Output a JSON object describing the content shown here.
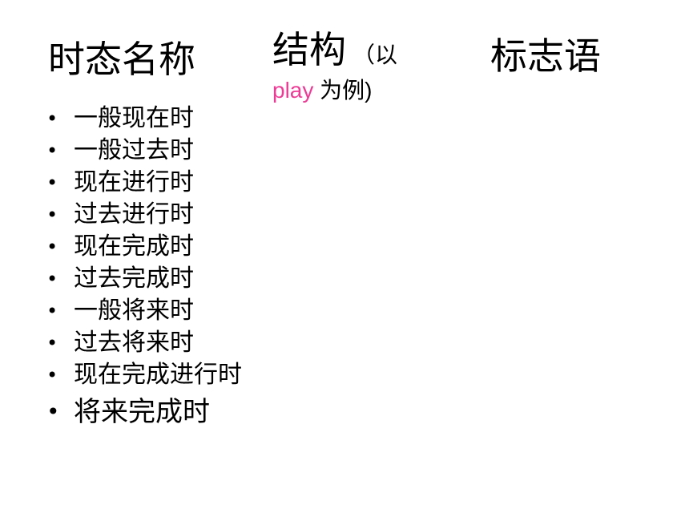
{
  "headers": {
    "tense_name": "时态名称",
    "structure_main": "结构",
    "structure_paren_open": "（以",
    "structure_play": "play",
    "structure_paren_rest": " 为例)",
    "marker_words": "标志语"
  },
  "bullet_char": "•",
  "tenses": [
    "一般现在时",
    "一般过去时",
    "现在进行时",
    "过去进行时",
    "现在完成时",
    "过去完成时",
    "一般将来时",
    "过去将来时",
    "现在完成进行时",
    "将来完成时"
  ],
  "colors": {
    "accent_pink": "#ee3b96",
    "text": "#000000",
    "background": "#ffffff"
  }
}
